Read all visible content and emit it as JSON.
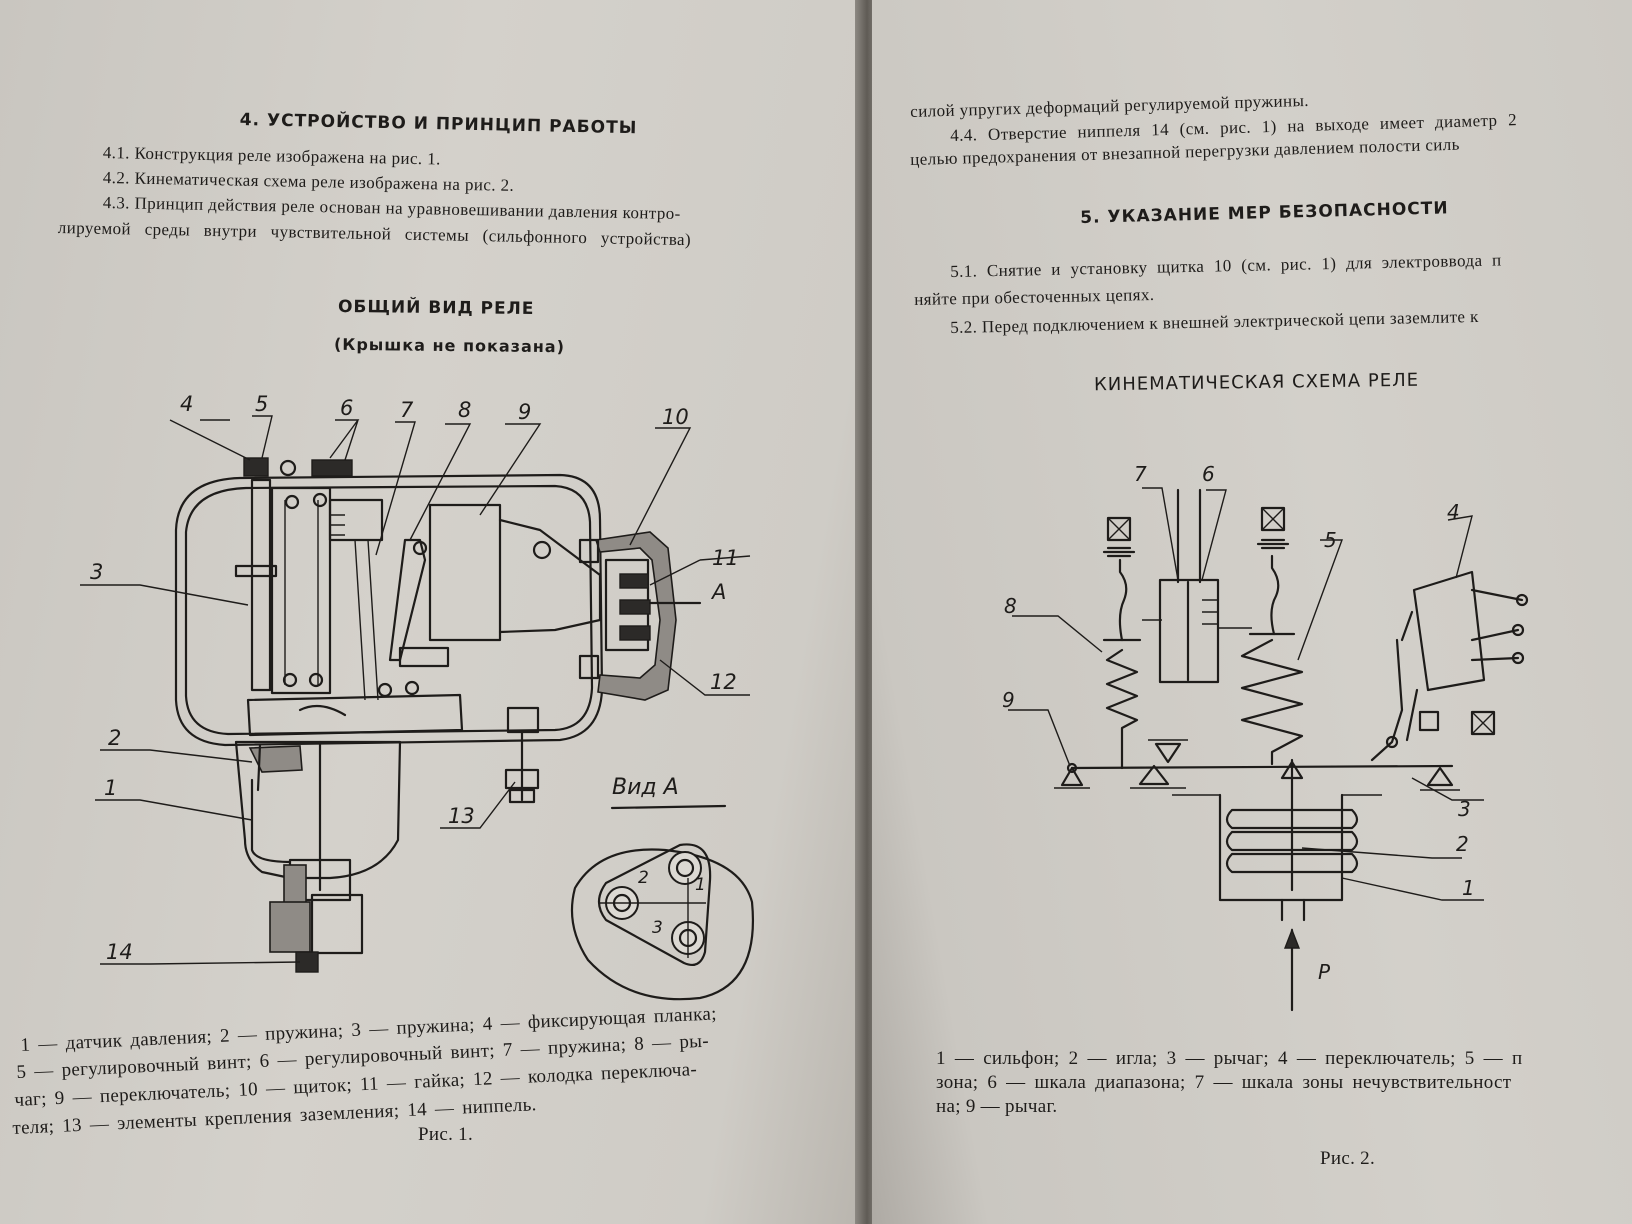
{
  "left_page": {
    "section_title": "4. УСТРОЙСТВО И ПРИНЦИП РАБОТЫ",
    "paragraphs": [
      "4.1. Конструкция реле изображена на рис. 1.",
      "4.2. Кинематическая схема реле изображена на рис. 2.",
      "4.3. Принцип действия реле основан на уравновешивании давления контро-",
      "лируемой среды внутри чувствительной системы (сильфонного устройства)"
    ],
    "figure_title": "ОБЩИЙ ВИД РЕЛЕ",
    "figure_subtitle": "(Крышка не показана)",
    "callouts": [
      "1",
      "2",
      "3",
      "4",
      "5",
      "6",
      "7",
      "8",
      "9",
      "10",
      "11",
      "12",
      "13",
      "14",
      "А"
    ],
    "view_label": "Вид А",
    "view_numbers": [
      "1",
      "2",
      "3"
    ],
    "legend_lines": [
      "1 — датчик давления; 2 — пружина; 3 — пружина; 4 — фиксирующая планка;",
      "5 — регулировочный винт; 6 — регулировочный винт; 7 — пружина; 8 — ры-",
      "чаг; 9 — переключатель; 10 — щиток; 11 — гайка; 12 — колодка переключа-",
      "теля; 13 — элементы крепления заземления; 14 — ниппель."
    ],
    "figure_caption": "Рис. 1."
  },
  "right_page": {
    "paragraphs_top": [
      "силой упругих деформаций регулируемой пружины.",
      "4.4. Отверстие ниппеля 14 (см. рис. 1) на выходе имеет диаметр 2",
      "целью предохранения от внезапной перегрузки давлением полости силь"
    ],
    "section_title": "5. УКАЗАНИЕ МЕР БЕЗОПАСНОСТИ",
    "paragraphs_safety": [
      "5.1. Снятие и установку щитка 10 (см. рис. 1) для электроввода п",
      "няйте при обесточенных цепях.",
      "5.2. Перед подключением к внешней электрической цепи заземлите к"
    ],
    "figure_title": "КИНЕМАТИЧЕСКАЯ СХЕМА РЕЛЕ",
    "callouts": [
      "1",
      "2",
      "3",
      "4",
      "5",
      "6",
      "7",
      "8",
      "9",
      "Р"
    ],
    "legend_lines": [
      "1 — сильфон; 2 — игла; 3 — рычаг; 4 — переключатель; 5 — п",
      "зона; 6 — шкала диапазона; 7 — шкала зоны нечувствительност",
      "на; 9 — рычаг."
    ],
    "figure_caption": "Рис. 2."
  },
  "colors": {
    "paper": "#d2cfc9",
    "ink": "#1e1c1a",
    "shadow": "#5b5650"
  }
}
